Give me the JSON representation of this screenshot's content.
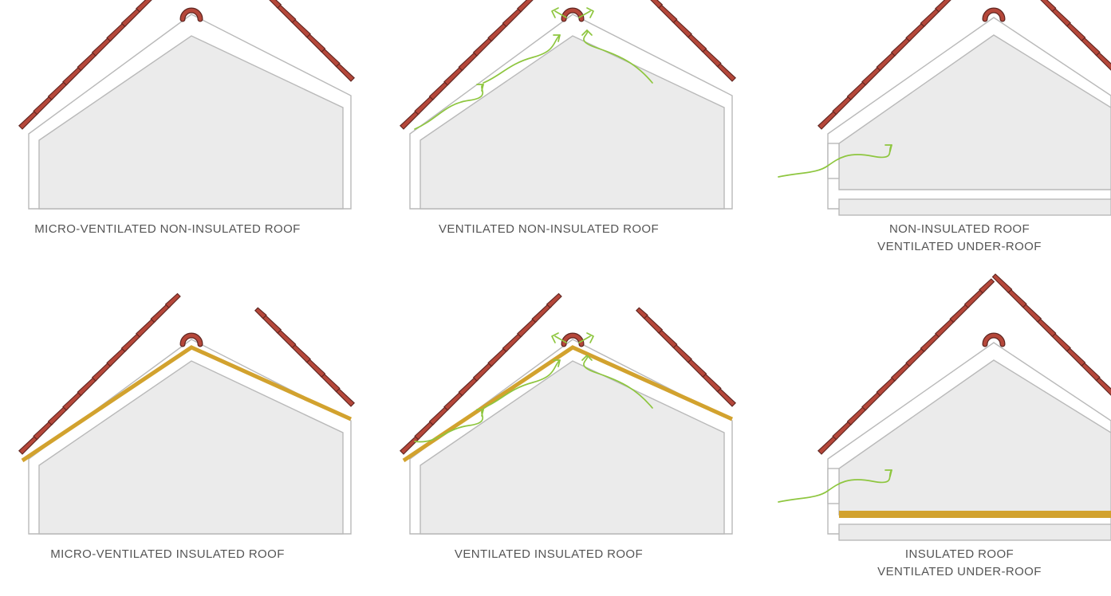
{
  "colors": {
    "tile": "#b5473a",
    "tile_outline": "#5e2520",
    "insulation": "#d2a22e",
    "airflow": "#8ec63f",
    "interior": "#ebebeb",
    "outline": "#b9b9b9",
    "caption": "#555555"
  },
  "icons": [
    "ridge-tile-icon",
    "roof-tile-icon",
    "airflow-arrow-icon",
    "insulation-layer-icon"
  ],
  "panels": [
    {
      "id": "micro-ventilated-non-insulated",
      "caption": [
        "MICRO-VENTILATED NON-INSULATED ROOF"
      ],
      "ventilated": false,
      "ridge_vent": false,
      "insulation": "none",
      "under_roof_ventilation": false
    },
    {
      "id": "ventilated-non-insulated",
      "caption": [
        "VENTILATED NON-INSULATED ROOF"
      ],
      "ventilated": true,
      "ridge_vent": true,
      "insulation": "none",
      "under_roof_ventilation": false
    },
    {
      "id": "non-insulated-ventilated-under-roof",
      "caption": [
        "NON-INSULATED ROOF",
        "VENTILATED UNDER-ROOF"
      ],
      "ventilated": false,
      "ridge_vent": false,
      "insulation": "none",
      "under_roof_ventilation": true
    },
    {
      "id": "micro-ventilated-insulated",
      "caption": [
        "MICRO-VENTILATED INSULATED ROOF"
      ],
      "ventilated": false,
      "ridge_vent": false,
      "insulation": "rafter",
      "under_roof_ventilation": false
    },
    {
      "id": "ventilated-insulated",
      "caption": [
        "VENTILATED INSULATED ROOF"
      ],
      "ventilated": true,
      "ridge_vent": true,
      "insulation": "rafter",
      "under_roof_ventilation": false
    },
    {
      "id": "insulated-ventilated-under-roof",
      "caption": [
        "INSULATED ROOF",
        "VENTILATED UNDER-ROOF"
      ],
      "ventilated": false,
      "ridge_vent": false,
      "insulation": "floor",
      "under_roof_ventilation": true
    }
  ]
}
